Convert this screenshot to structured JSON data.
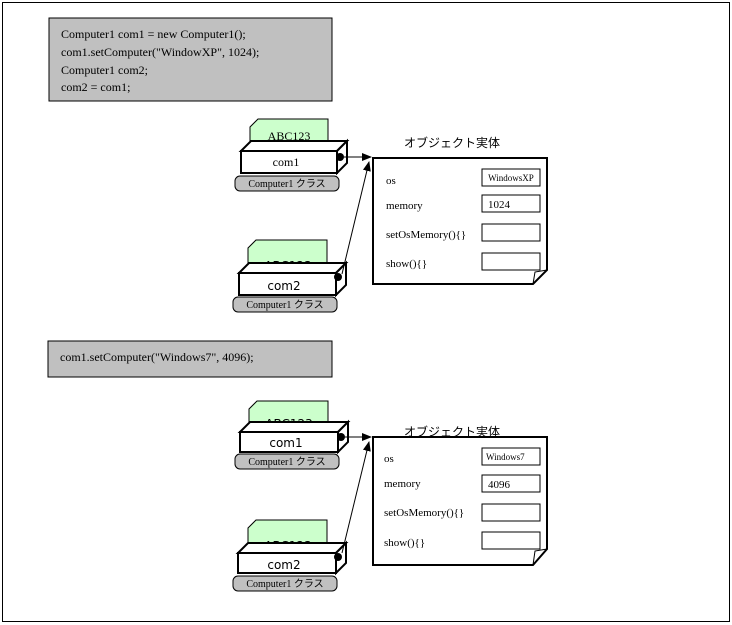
{
  "code1": [
    "Computer1 com1 = new Computer1();",
    "com1.setComputer(\"WindowXP\", 1024);",
    "Computer1 com2;",
    "com2 = com1;"
  ],
  "code2": "com1.setComputer(\"Windows7\", 4096);",
  "ref_value": "ABC123",
  "var1": "com1",
  "var2": "com2",
  "class_label": "Computer1 クラス",
  "object_label": "オブジェクト実体",
  "fields": {
    "os": "os",
    "memory": "memory",
    "set_method": "setOsMemory(){}",
    "show_method": "show(){}"
  },
  "state1": {
    "os_value": "WindowsXP",
    "memory_value": "1024"
  },
  "state2": {
    "os_value": "Windows7",
    "memory_value": "4096"
  }
}
